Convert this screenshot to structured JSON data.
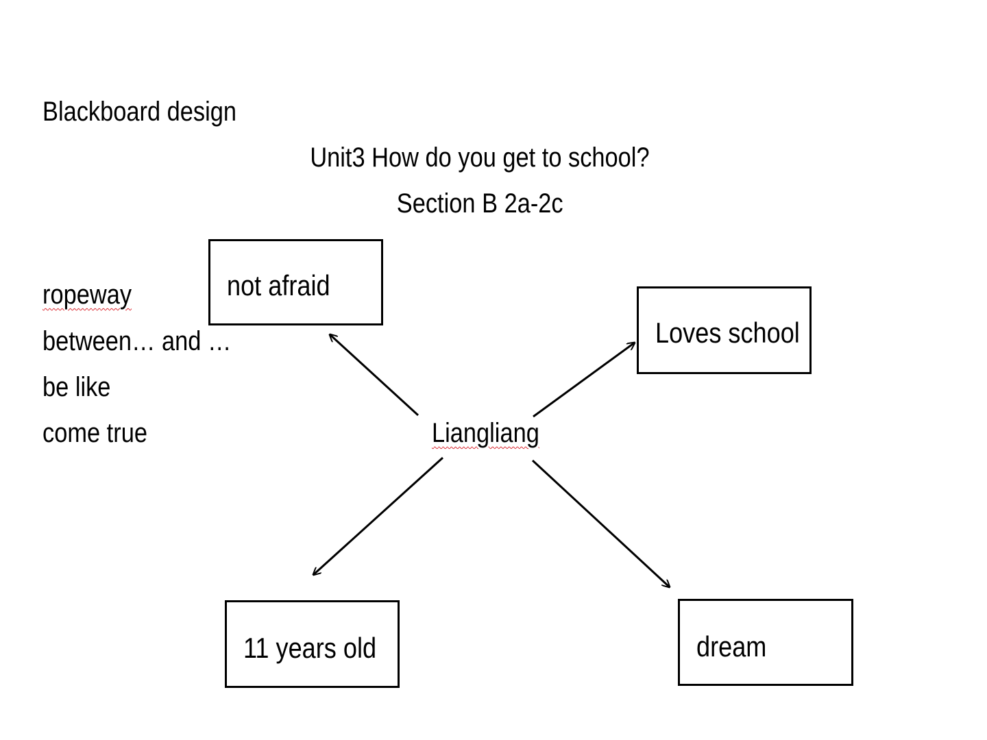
{
  "heading": "Blackboard design",
  "title": {
    "line1": "Unit3 How do you get to school?",
    "line2": "Section B 2a-2c"
  },
  "vocabulary": [
    "ropeway",
    "between… and …",
    "be like",
    "come true"
  ],
  "center": "Liangliang",
  "nodes": {
    "top_left": "not afraid",
    "top_right": "Loves school",
    "bottom_left": "11 years old",
    "bottom_right": "dream"
  },
  "colors": {
    "text": "#000000",
    "spellcheck_underline": "#d9222a"
  }
}
